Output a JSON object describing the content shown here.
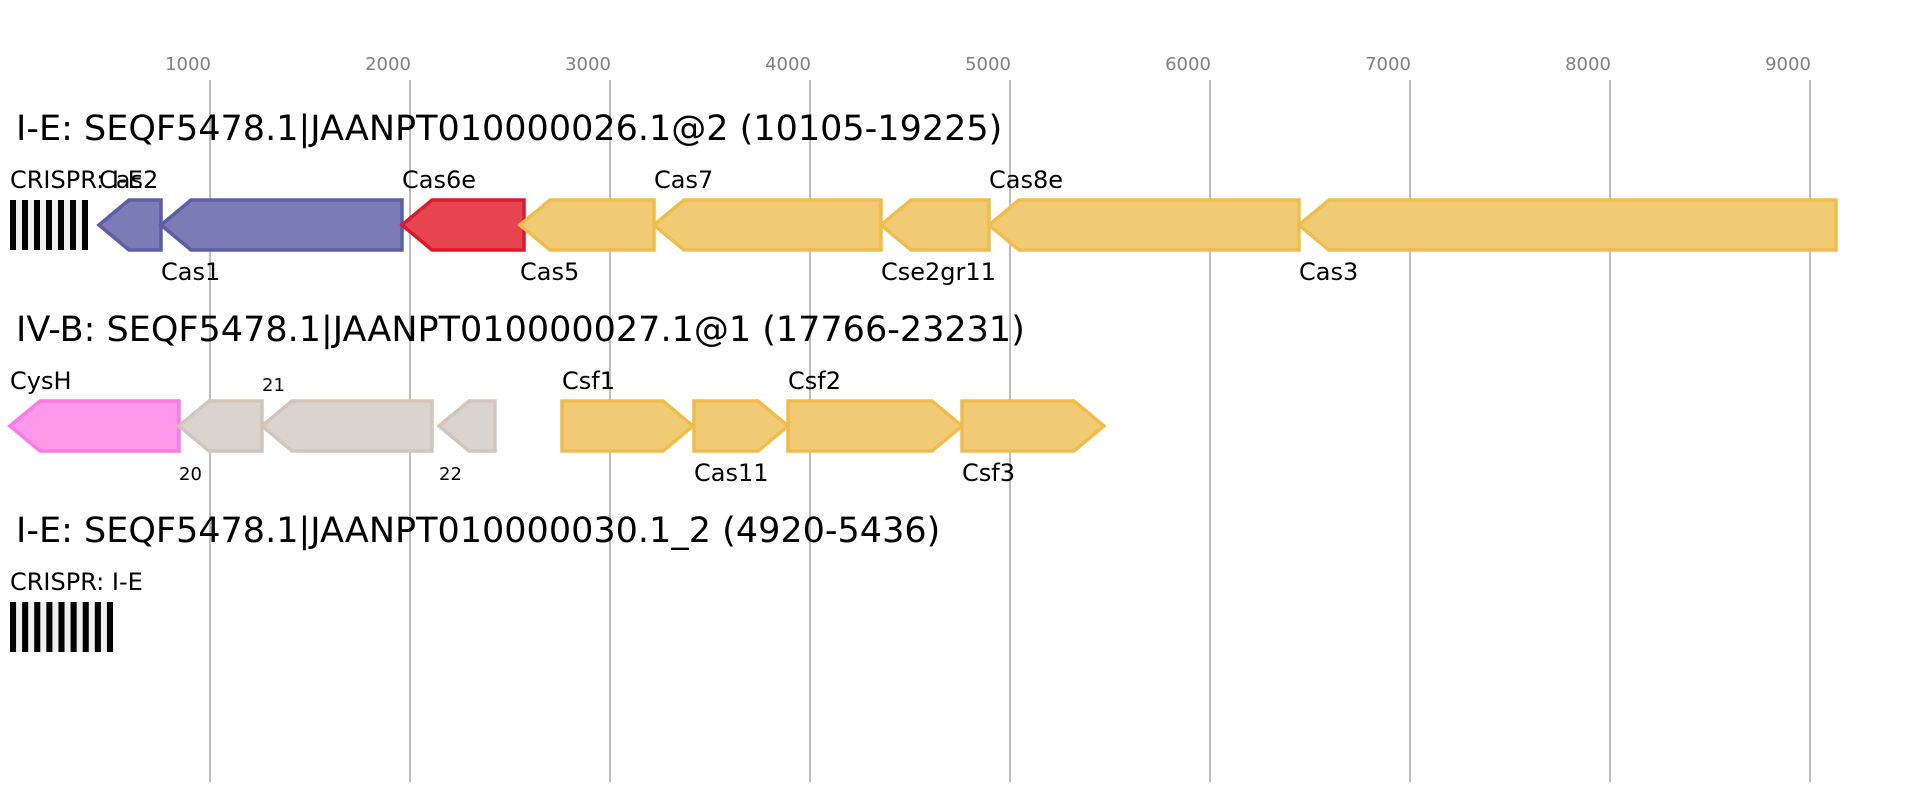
{
  "title": "CRISPR-Cas locus map",
  "axis": {
    "ticks": [
      1000,
      2000,
      3000,
      4000,
      5000,
      6000,
      7000,
      8000,
      9000
    ],
    "tick_labels": [
      "1000",
      "2000",
      "3000",
      "4000",
      "5000",
      "6000",
      "7000",
      "8000",
      "9000"
    ],
    "range": [
      0,
      9500
    ],
    "gridlines": true
  },
  "colors": {
    "Cas1_2": {
      "fill": "#7b7cb5",
      "stroke": "#5c5ea8"
    },
    "Cas6e": {
      "fill": "#e84552",
      "stroke": "#dc1a2c"
    },
    "effector": {
      "fill": "#f1cb73",
      "stroke": "#efbd4c"
    },
    "CysH": {
      "fill": "#fe98ea",
      "stroke": "#fe7be4"
    },
    "other": {
      "fill": "#dbd3ce",
      "stroke": "#d1c6bd"
    },
    "crispr_bar": "#000000",
    "crispr_gap": "#f0f0f0"
  },
  "tracks": [
    {
      "title": "I-E: SEQF5478.1|JAANPT010000026.1@2 (10105-19225)",
      "crispr": {
        "label": "CRISPR: I-E",
        "start": 0,
        "end": 390,
        "repeats": 7
      },
      "genes": [
        {
          "name": "Cas2",
          "start": 445,
          "end": 755,
          "strand": "-",
          "color": "Cas1_2",
          "label_pos": "above"
        },
        {
          "name": "Cas1",
          "start": 755,
          "end": 1960,
          "strand": "-",
          "color": "Cas1_2",
          "label_pos": "below"
        },
        {
          "name": "Cas6e",
          "start": 1960,
          "end": 2570,
          "strand": "-",
          "color": "Cas6e",
          "label_pos": "above"
        },
        {
          "name": "Cas5",
          "start": 2550,
          "end": 3220,
          "strand": "-",
          "color": "effector",
          "label_pos": "below"
        },
        {
          "name": "Cas7",
          "start": 3220,
          "end": 4355,
          "strand": "-",
          "color": "effector",
          "label_pos": "above"
        },
        {
          "name": "Cse2gr11",
          "start": 4355,
          "end": 4895,
          "strand": "-",
          "color": "effector",
          "label_pos": "below"
        },
        {
          "name": "Cas8e",
          "start": 4895,
          "end": 6445,
          "strand": "-",
          "color": "effector",
          "label_pos": "above"
        },
        {
          "name": "Cas3",
          "start": 6445,
          "end": 9130,
          "strand": "-",
          "color": "effector",
          "label_pos": "below"
        }
      ]
    },
    {
      "title": "IV-B: SEQF5478.1|JAANPT010000027.1@1 (17766-23231)",
      "crispr": null,
      "genes": [
        {
          "name": "CysH",
          "start": 0,
          "end": 845,
          "strand": "-",
          "color": "CysH",
          "label_pos": "above"
        },
        {
          "name": "20",
          "start": 845,
          "end": 1260,
          "strand": "-",
          "color": "other",
          "label_pos": "below",
          "small": true
        },
        {
          "name": "21",
          "start": 1260,
          "end": 2110,
          "strand": "-",
          "color": "other",
          "label_pos": "above",
          "small": true
        },
        {
          "name": "22",
          "start": 2145,
          "end": 2425,
          "strand": "-",
          "color": "other",
          "label_pos": "below",
          "small": true
        },
        {
          "name": "Csf1",
          "start": 2760,
          "end": 3415,
          "strand": "+",
          "color": "effector",
          "label_pos": "above"
        },
        {
          "name": "Cas11",
          "start": 3420,
          "end": 3890,
          "strand": "+",
          "color": "effector",
          "label_pos": "below"
        },
        {
          "name": "Csf2",
          "start": 3890,
          "end": 4760,
          "strand": "+",
          "color": "effector",
          "label_pos": "above"
        },
        {
          "name": "Csf3",
          "start": 4760,
          "end": 5470,
          "strand": "+",
          "color": "effector",
          "label_pos": "below"
        }
      ]
    },
    {
      "title": "I-E: SEQF5478.1|JAANPT010000030.1_2 (4920-5436)",
      "crispr": {
        "label": "CRISPR: I-E",
        "start": 0,
        "end": 515,
        "repeats": 9
      },
      "genes": []
    }
  ]
}
